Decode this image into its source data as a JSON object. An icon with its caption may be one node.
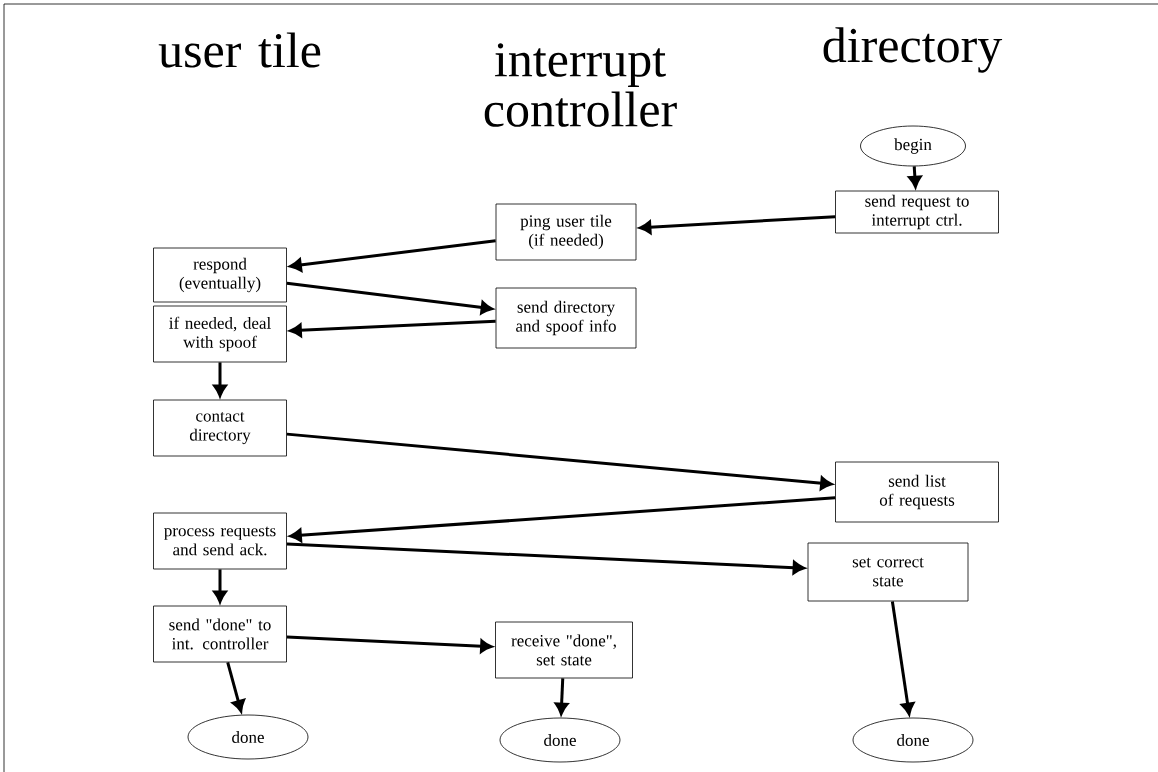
{
  "diagram": {
    "nodes": [
      {
        "text": [
          "begin"
        ]
      },
      {
        "text": [
          "send request to interrupt ctrl."
        ]
      },
      {
        "text": [
          "ping user tile (if needed)"
        ]
      },
      {
        "text": [
          "respond (eventually)"
        ]
      },
      {
        "text": [
          "send directory and spoof info"
        ]
      },
      {
        "text": [
          "if needed, deal with spoof"
        ]
      },
      {
        "text": [
          "contact directory"
        ]
      },
      {
        "text": [
          "send list of requests"
        ]
      },
      {
        "text": [
          "process requests and send ack."
        ]
      },
      {
        "text": [
          "set correct state"
        ]
      },
      {
        "text": [
          "send \"done\" to int. controller"
        ]
      },
      {
        "text": [
          "receive \"done\", set state"
        ]
      },
      {
        "text": [
          "done"
        ]
      },
      {
        "text": [
          "done"
        ]
      },
      {
        "text": [
          "done"
        ]
      }
    ],
    "edges": [
      {
        "from": 0,
        "to": 1,
        "arrow": "to"
      },
      {
        "from": 1,
        "to": 2,
        "arrow": "to"
      },
      {
        "from": 2,
        "to": 3,
        "arrow": "to"
      },
      {
        "from": 3,
        "to": 4,
        "arrow": "to"
      },
      {
        "from": 4,
        "to": 5,
        "arrow": "to"
      },
      {
        "from": 5,
        "to": 6,
        "arrow": "to"
      },
      {
        "from": 6,
        "to": 7,
        "arrow": "to"
      },
      {
        "from": 7,
        "to": 8,
        "arrow": "to"
      },
      {
        "from": 8,
        "to": 9,
        "arrow": "to"
      },
      {
        "from": 8,
        "to": 10,
        "arrow": "to"
      },
      {
        "from": 10,
        "to": 11,
        "arrow": "to"
      },
      {
        "from": 10,
        "to": 12,
        "arrow": "to"
      },
      {
        "from": 11,
        "to": 13,
        "arrow": "to"
      },
      {
        "from": 9,
        "to": 14,
        "arrow": "to"
      }
    ],
    "labels": [
      "user tile",
      "interrupt controller",
      "directory"
    ]
  }
}
